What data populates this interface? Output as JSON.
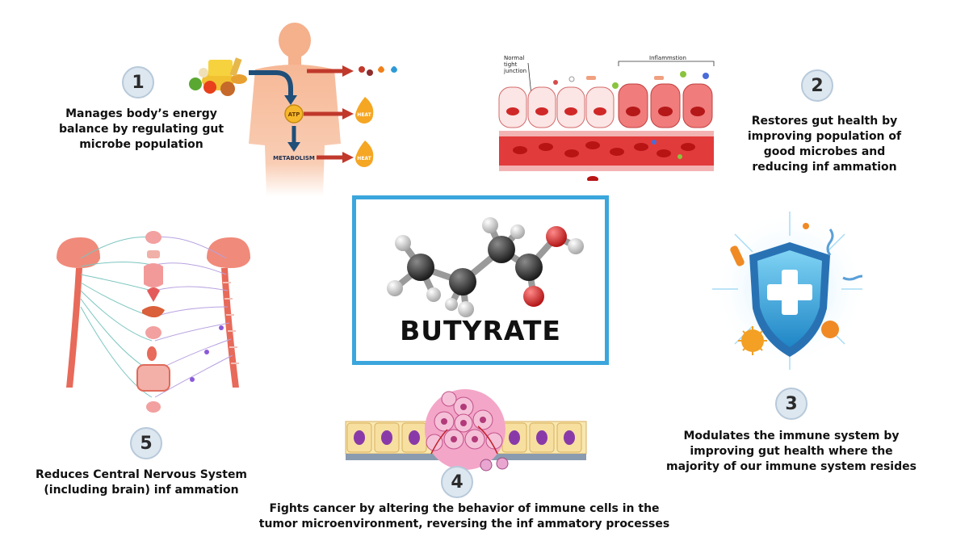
{
  "center": {
    "title": "BUTYRATE"
  },
  "items": [
    {
      "number": "1",
      "lines": [
        "Manages body’s energy",
        "balance by regulating gut",
        "microbe population"
      ]
    },
    {
      "number": "2",
      "lines": [
        "Restores gut health by",
        "improving population of",
        "good microbes and",
        "reducing inf ammation"
      ]
    },
    {
      "number": "3",
      "lines": [
        "Modulates the immune system by",
        "improving gut health where the",
        "majority of our immune system resides"
      ]
    },
    {
      "number": "4",
      "lines": [
        "Fights cancer by altering the behavior of immune cells in the",
        "tumor microenvironment, reversing the inf ammatory processes"
      ]
    },
    {
      "number": "5",
      "lines": [
        "Reduces Central Nervous System",
        "(including brain) inf ammation"
      ]
    }
  ],
  "body_labels": {
    "atp": "ATP",
    "metabolism": "METABOLISM",
    "heat": "HEAT"
  },
  "gut_labels": {
    "normal": [
      "Normal",
      "tight",
      "junction"
    ],
    "inflammation": "Inflammstion"
  }
}
